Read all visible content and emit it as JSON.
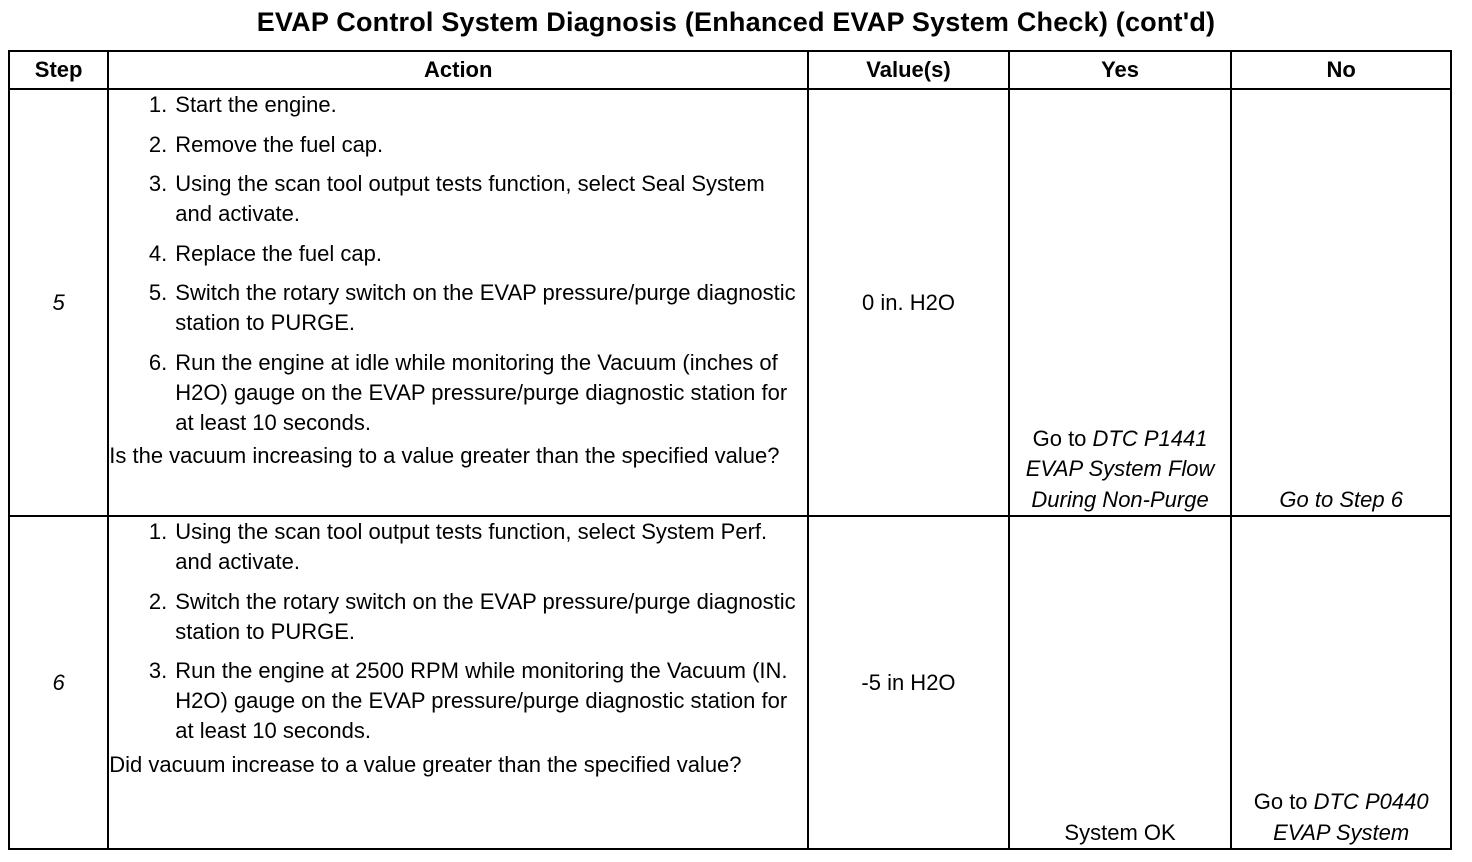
{
  "title": "EVAP Control System Diagnosis (Enhanced EVAP System Check) (cont'd)",
  "headers": {
    "step": "Step",
    "action": "Action",
    "values": "Value(s)",
    "yes": "Yes",
    "no": "No"
  },
  "rows": [
    {
      "step": "5",
      "actions": [
        {
          "num": "1.",
          "text": "Start the engine."
        },
        {
          "num": "2.",
          "text": "Remove the fuel cap."
        },
        {
          "num": "3.",
          "text": "Using the scan tool output tests function, select Seal System and activate."
        },
        {
          "num": "4.",
          "text": "Replace the fuel cap."
        },
        {
          "num": "5.",
          "text": "Switch the rotary switch on the EVAP pressure/purge diagnostic station to PURGE."
        },
        {
          "num": "6.",
          "text": "Run the engine at idle while monitoring the Vacuum (inches of H2O) gauge on the EVAP pressure/purge diagnostic station for at least 10 seconds."
        }
      ],
      "question": "Is the vacuum increasing to a value greater than the specified value?",
      "value": "0 in. H2O",
      "yes": {
        "prefix": "Go to",
        "ref": "DTC P1441 EVAP System Flow During Non-Purge"
      },
      "no": {
        "prefix": "",
        "ref": "Go to Step 6"
      }
    },
    {
      "step": "6",
      "actions": [
        {
          "num": "1.",
          "text": "Using the scan tool output tests function, select System Perf. and activate."
        },
        {
          "num": "2.",
          "text": "Switch the rotary switch on the EVAP pressure/purge diagnostic station to PURGE."
        },
        {
          "num": "3.",
          "text": "Run the engine at 2500 RPM while monitoring the Vacuum (IN. H2O) gauge on the EVAP pressure/purge diagnostic station for at least 10 seconds."
        }
      ],
      "question": "Did vacuum increase to a value greater than the specified value?",
      "value": "-5 in H2O",
      "yes": {
        "prefix": "System OK",
        "ref": ""
      },
      "no": {
        "prefix": "Go to",
        "ref": "DTC P0440 EVAP System"
      }
    }
  ]
}
